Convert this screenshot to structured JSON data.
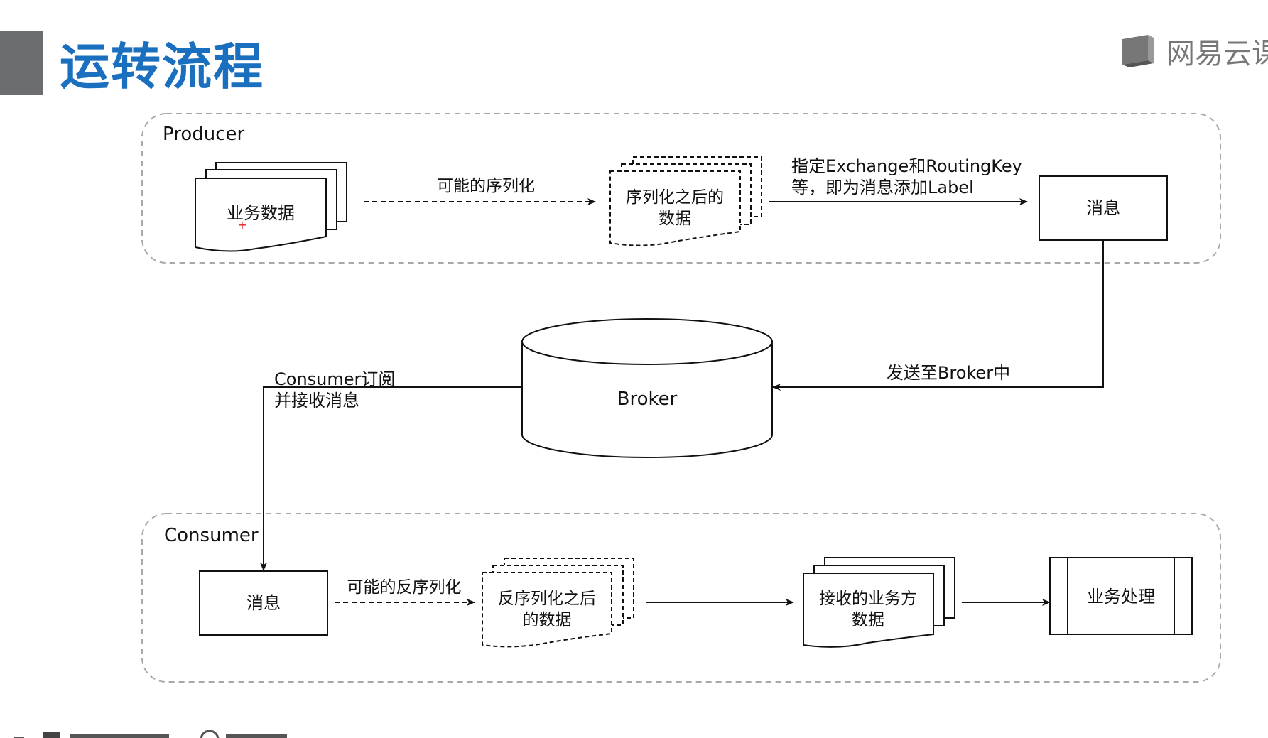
{
  "title": "运转流程",
  "brand": {
    "name": "网易云课",
    "logo_icon": "book-logo-icon"
  },
  "producer": {
    "group_label": "Producer",
    "business_data": "业务数据",
    "edge_serialize": "可能的序列化",
    "serialized_line1": "序列化之后的",
    "serialized_line2": "数据",
    "edge_label_line1": "指定Exchange和RoutingKey",
    "edge_label_line2": "等，即为消息添加Label",
    "message": "消息"
  },
  "broker": {
    "label": "Broker",
    "edge_send": "发送至Broker中",
    "edge_subscribe_line1": "Consumer订阅",
    "edge_subscribe_line2": "并接收消息"
  },
  "consumer": {
    "group_label": "Consumer",
    "message": "消息",
    "edge_deserialize": "可能的反序列化",
    "deserialized_line1": "反序列化之后",
    "deserialized_line2": "的数据",
    "received_line1": "接收的业务方",
    "received_line2": "数据",
    "business_process": "业务处理"
  },
  "colors": {
    "title": "#1a6fbf",
    "title_bar": "#6b6d70",
    "line": "#111111",
    "group_border": "#a8a8a8"
  }
}
